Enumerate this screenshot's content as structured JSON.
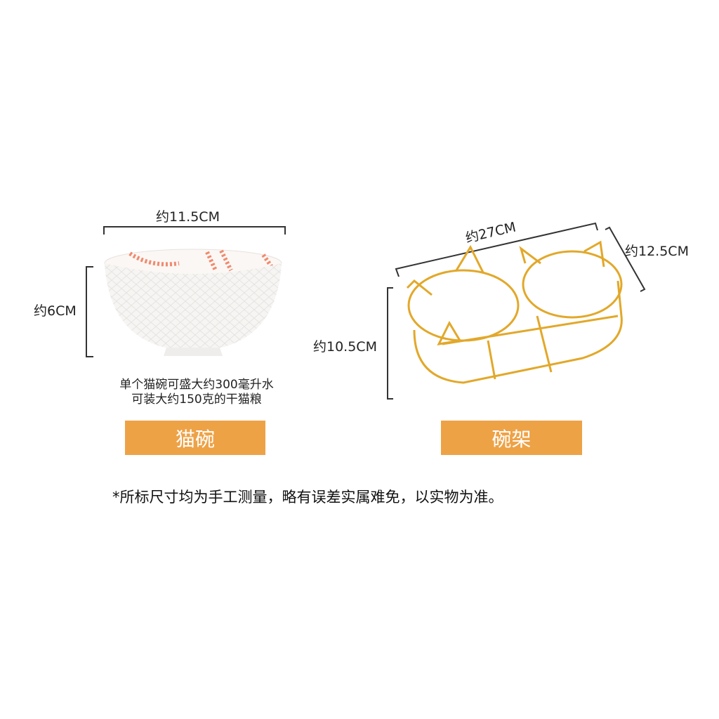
{
  "bowl": {
    "width_label": "约11.5CM",
    "height_label": "约6CM",
    "caption_line1": "单个猫碗可盛大约300毫升水",
    "caption_line2": "可装大约150克的干猫粮",
    "tag": "猫碗"
  },
  "stand": {
    "length_label": "约27CM",
    "depth_label": "约12.5CM",
    "height_label": "约10.5CM",
    "tag": "碗架"
  },
  "footnote": "*所标尺寸均为手工测量，略有误差实属难免，以实物为准。",
  "colors": {
    "tag_bg": "#eea246",
    "wire": "#e2a82a",
    "bowl_pattern": "#f08a6e"
  }
}
